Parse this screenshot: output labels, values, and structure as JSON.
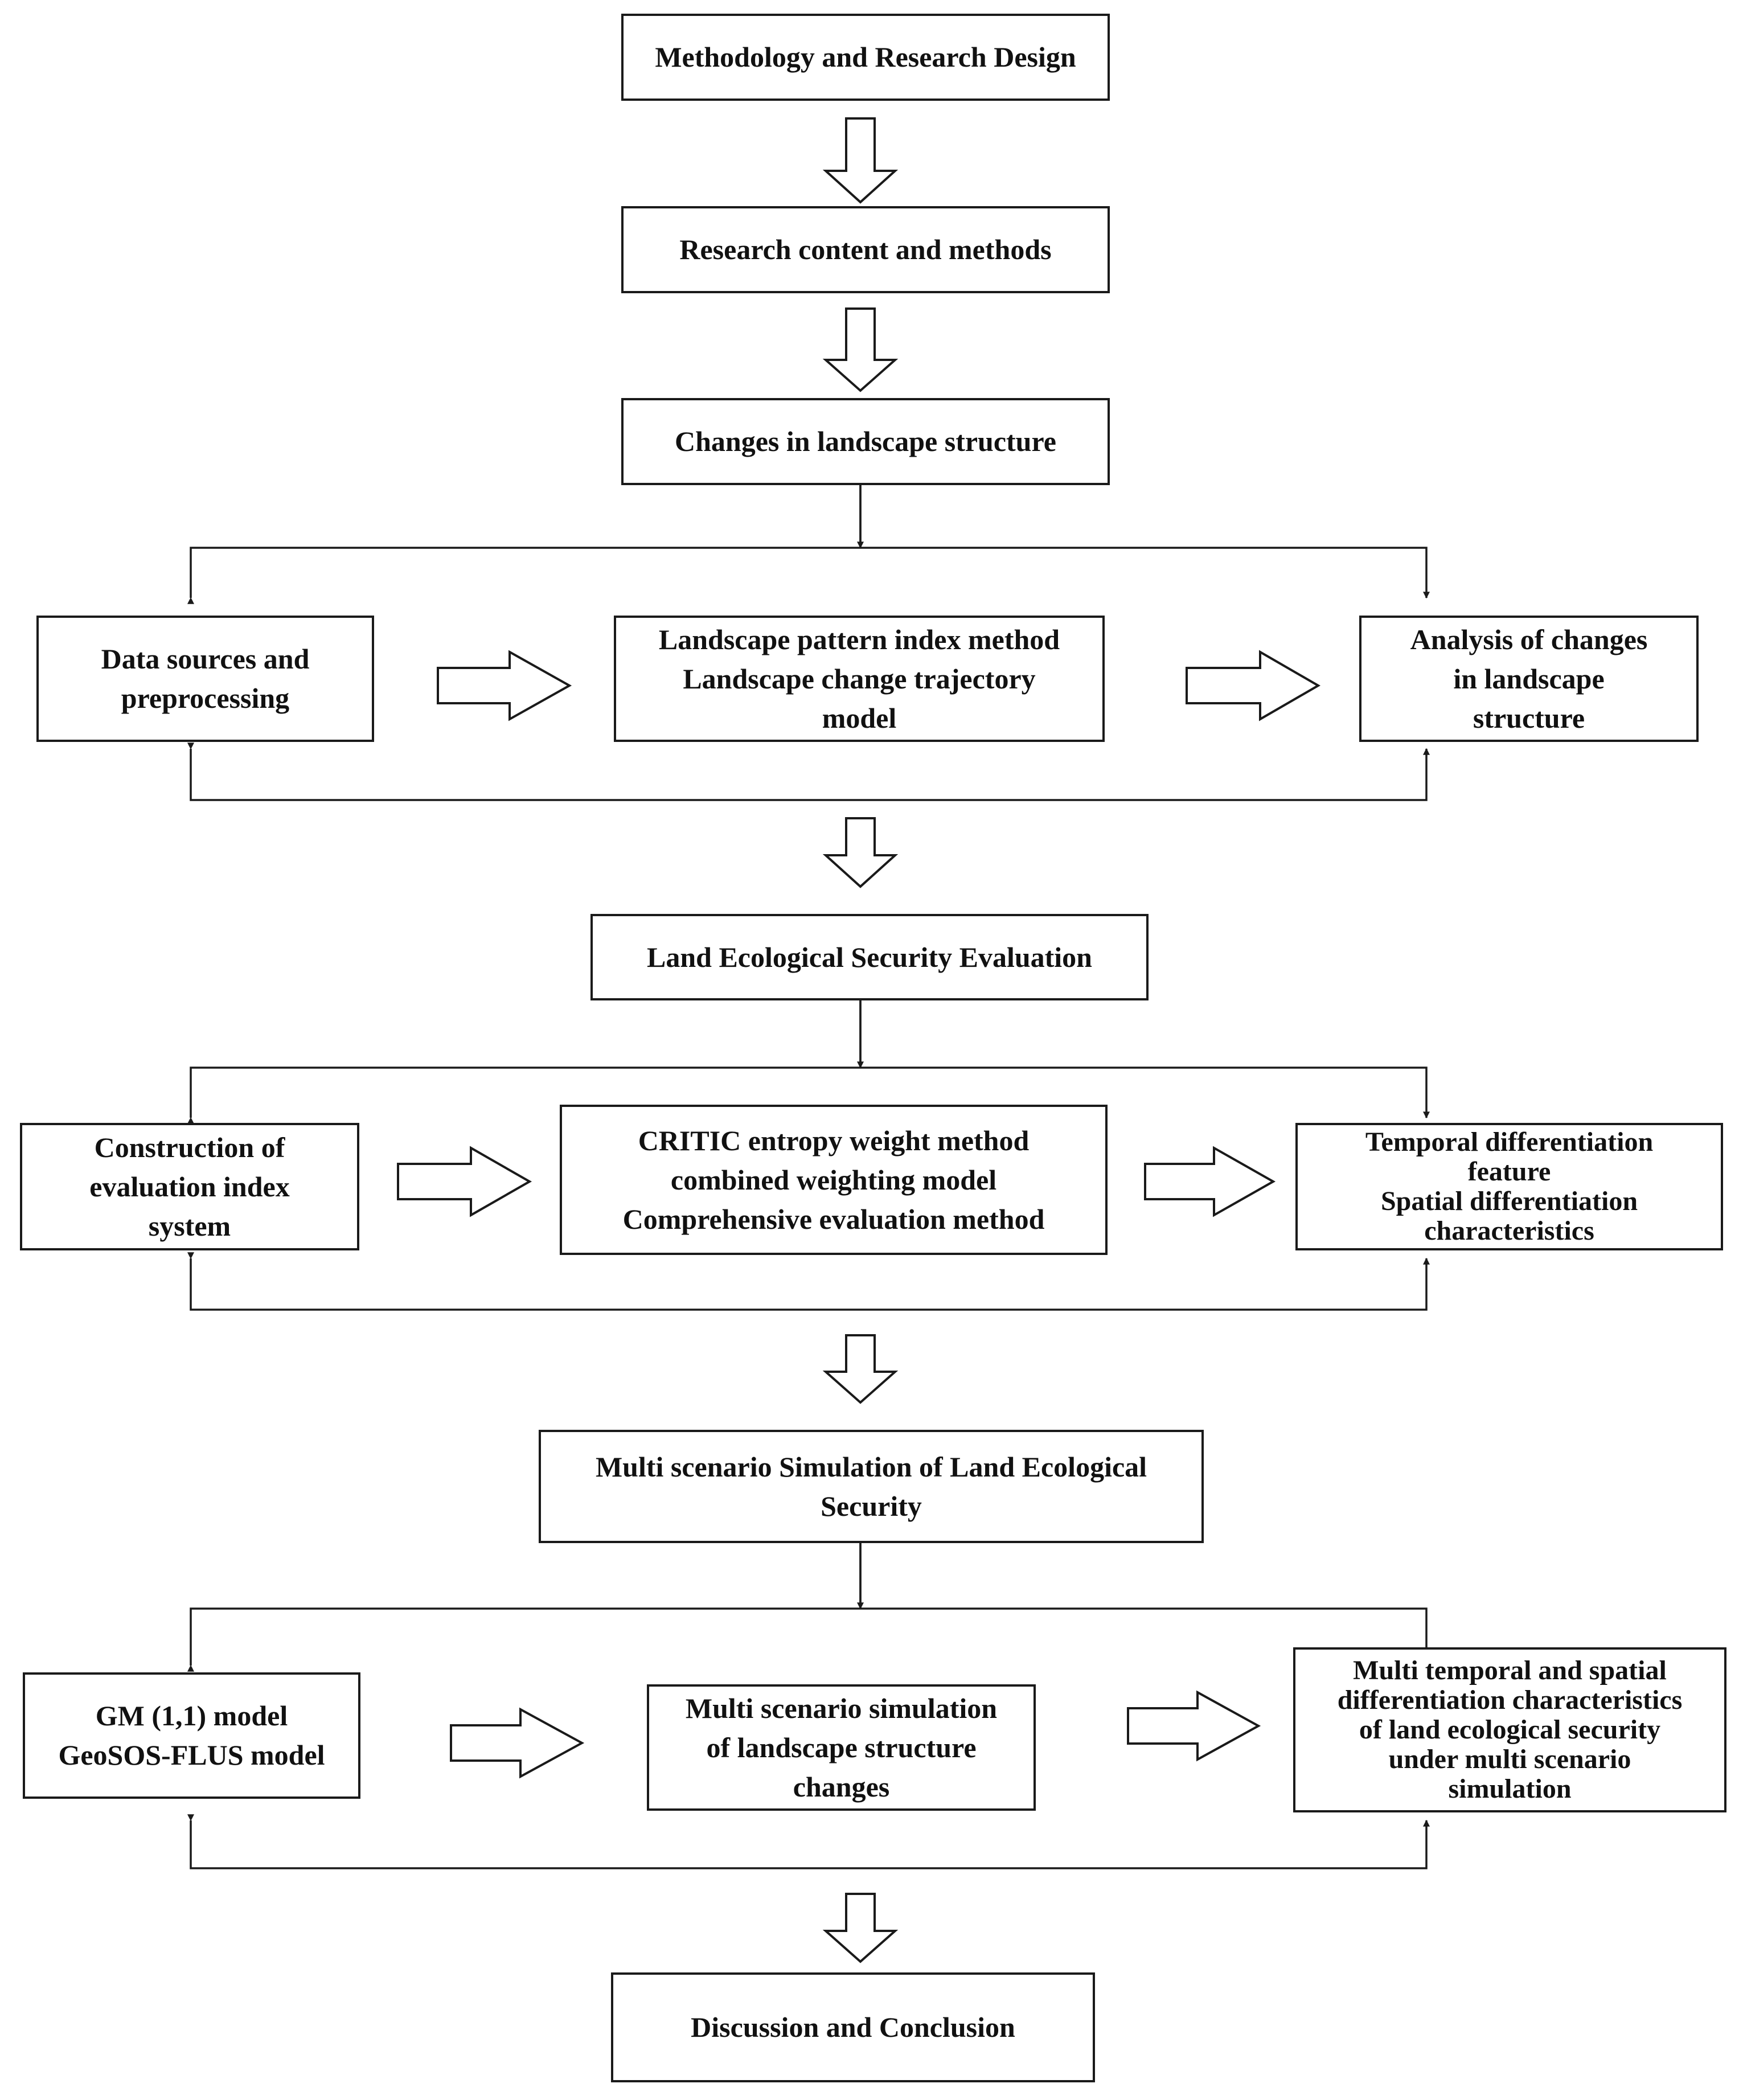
{
  "steps": {
    "design": "Methodology and Research Design",
    "content": "Research content and methods",
    "changes": "Changes in landscape structure",
    "evaluation": "Land Ecological Security Evaluation",
    "simulation_line1": "Multi scenario Simulation of Land Ecological",
    "simulation_line2": "Security",
    "conclusion": "Discussion and Conclusion"
  },
  "landscape_row": {
    "left": [
      "Data sources and",
      "preprocessing"
    ],
    "middle": [
      "Landscape pattern index method",
      "Landscape change trajectory",
      "model"
    ],
    "right": [
      "Analysis of changes",
      "in landscape",
      "structure"
    ]
  },
  "evaluation_row": {
    "left": [
      "Construction of",
      "evaluation index",
      "system"
    ],
    "middle": [
      "CRITIC entropy weight method",
      "combined weighting model",
      "Comprehensive evaluation method"
    ],
    "right": [
      "Temporal differentiation",
      "feature",
      "Spatial differentiation",
      "characteristics"
    ]
  },
  "simulation_row": {
    "left": [
      "GM (1,1) model",
      "GeoSOS-FLUS model"
    ],
    "middle": [
      "Multi scenario simulation",
      "of landscape structure",
      "changes"
    ],
    "right": [
      "Multi temporal and spatial",
      "differentiation characteristics",
      "of land ecological security",
      "under multi scenario",
      "simulation"
    ]
  }
}
